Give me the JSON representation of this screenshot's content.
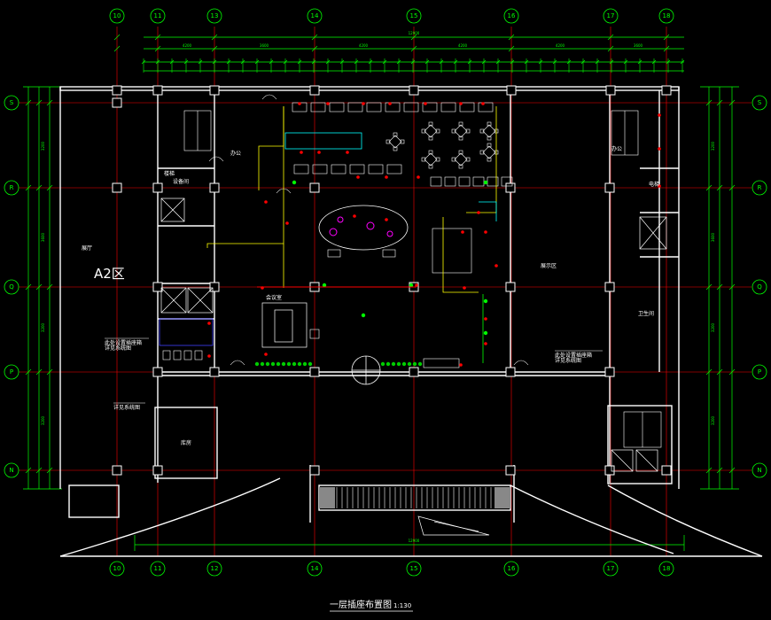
{
  "drawing": {
    "title": "一层插座布置图",
    "scale": "1:130",
    "zone_label": "A2区",
    "colors": {
      "background": "#000000",
      "axis_line": "#ff0000",
      "dimension": "#00ff00",
      "wall": "#ffffff",
      "furniture": "#ffffff",
      "socket": "#ff0000",
      "wiring": "#ffff00",
      "equipment": "#00ffff",
      "special": "#ff00ff",
      "plant": "#00cc00"
    }
  },
  "axes": {
    "columns_top": [
      "10",
      "11",
      "13",
      "14",
      "15",
      "16",
      "17",
      "18"
    ],
    "columns_bottom": [
      "10",
      "11",
      "12",
      "14",
      "15",
      "16",
      "17",
      "18"
    ],
    "rows_left": [
      "S",
      "R",
      "Q",
      "P",
      "N"
    ],
    "rows_right": [
      "S",
      "R",
      "Q",
      "P",
      "N"
    ]
  },
  "dimensions": {
    "overall_top": "12900",
    "overall_bottom": "12900",
    "segments_top": [
      "4200",
      "3600",
      "4200",
      "4200",
      "4200",
      "3600"
    ],
    "segments_left": [
      "3200",
      "3600",
      "3200",
      "3200"
    ],
    "segments_right": [
      "3200",
      "3600",
      "3200",
      "3200"
    ]
  },
  "rooms": {
    "left_wing": "展厅",
    "right_wing": "展示区",
    "office_left": "办公",
    "office_right": "办公",
    "stair_left": "楼梯",
    "elevator_right": "电梯",
    "toilet": "卫生间",
    "storage": "库房",
    "equipment_room": "设备间",
    "meeting": "会议室"
  },
  "notes": {
    "left_note_1": "此处设置插座箱",
    "left_note_2": "详见系统图",
    "right_note_1": "此处设置插座箱",
    "right_note_2": "详见系统图"
  }
}
